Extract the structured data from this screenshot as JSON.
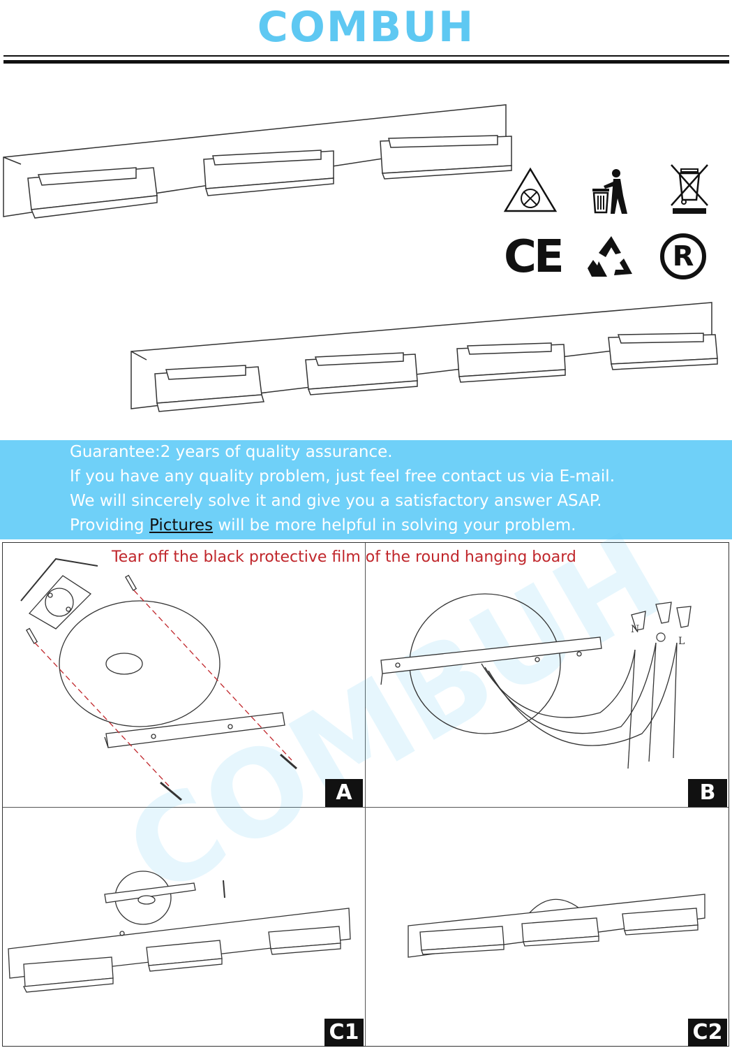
{
  "brand": {
    "name": "COMBUH",
    "color": "#5ec8f2"
  },
  "certifications": [
    {
      "icon": "triangle-warning-icon"
    },
    {
      "icon": "trash-person-icon"
    },
    {
      "icon": "crossed-bin-weee-icon"
    },
    {
      "icon": "ce-mark-icon",
      "text": "CE"
    },
    {
      "icon": "recycle-icon"
    },
    {
      "icon": "registered-mark-icon",
      "text": "R"
    }
  ],
  "guarantee": {
    "line1": "Guarantee:2 years of quality assurance.",
    "line2": "If you have any quality problem, just feel free contact us via E-mail.",
    "line3": "We will sincerely solve it and give you a satisfactory answer ASAP.",
    "line4_prefix": "Providing ",
    "line4_link": "Pictures",
    "line4_suffix": " will be more helpful in solving your problem.",
    "background": "#6fd0f8"
  },
  "steps": {
    "note": "Tear off the black protective film of the round hanging board",
    "note_color": "#c0262b",
    "wire_labels": [
      "N",
      "L"
    ],
    "panels": [
      {
        "label": "A"
      },
      {
        "label": "B"
      },
      {
        "label": "C1"
      },
      {
        "label": "C2"
      }
    ]
  }
}
